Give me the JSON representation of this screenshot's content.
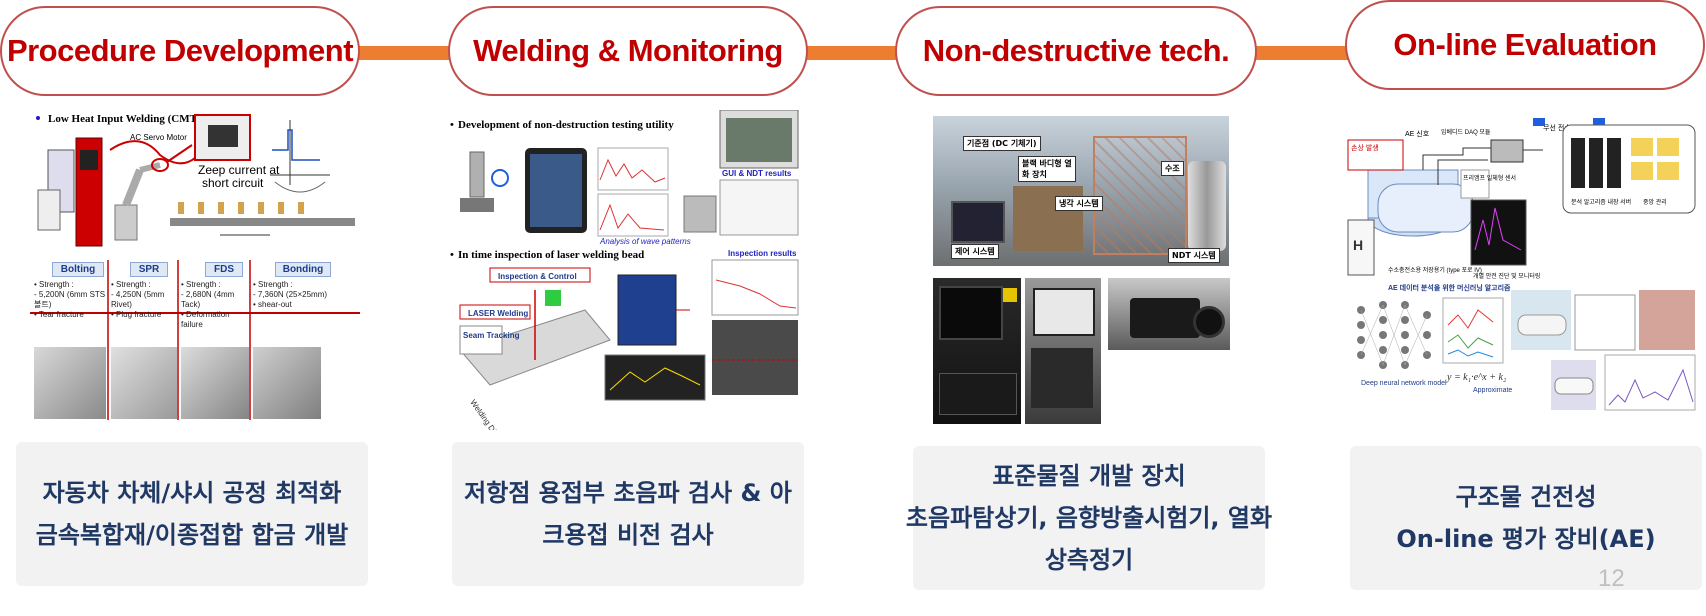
{
  "stages": [
    {
      "title": "Procedure Development",
      "desc_lines": [
        "자동차 차체/샤시 공정 최적화",
        "금속복합재/이종접합 합금 개발"
      ]
    },
    {
      "title": "Welding & Monitoring",
      "desc_lines": [
        "저항점 용접부 초음파 검사 & 아",
        "크용접 비전 검사"
      ]
    },
    {
      "title": "Non-destructive tech.",
      "desc_lines": [
        "표준물질 개발 장치",
        "초음파탐상기, 음향방출시험기, 열화",
        "상측정기"
      ]
    },
    {
      "title": "On-line Evaluation",
      "desc_lines": [
        "구조물 건전성",
        "On-line 평가 장비(AE)"
      ]
    }
  ],
  "panel1": {
    "heading": "Low Heat Input Welding (CMT)",
    "servo_label": "AC Servo Motor",
    "zoom_caption_1": "Zeep current at",
    "zoom_caption_2": "short circuit",
    "joints": [
      {
        "name": "Bolting",
        "lines": [
          "• Strength :",
          "- 5,200N (6mm STS볼트)",
          "• Tear fracture"
        ]
      },
      {
        "name": "SPR",
        "lines": [
          "• Strength :",
          "- 4,250N (5mm Rivet)",
          "• Plug fracture"
        ]
      },
      {
        "name": "FDS",
        "lines": [
          "• Strength :",
          "- 2,680N (4mm Tack)",
          "• Deformation failure"
        ]
      },
      {
        "name": "Bonding",
        "lines": [
          "• Strength :",
          "- 7,360N (25×25mm)",
          "• shear-out"
        ]
      }
    ]
  },
  "panel2": {
    "heading1": "Development of non-destruction testing utility",
    "gui_label": "GUI & NDT results",
    "wave_label": "Analysis of wave patterns",
    "heading2": "In time inspection of laser welding bead",
    "inspection_results": "Inspection results",
    "tags": [
      "Inspection & Control",
      "LASER Welding",
      "Seam Tracking"
    ],
    "welding_direction": "Welding Direction"
  },
  "panel3": {
    "labels": [
      "기준점 (DC 기체기)",
      "블랙 바디형 열화 장치",
      "냉각 시스템",
      "수조",
      "제어 시스템",
      "NDT 시스템"
    ]
  },
  "panel4": {
    "labels": [
      "손상 발생",
      "AE 신호",
      "임베디드 DAQ 모듈",
      "무선 전송",
      "프리앰프 일체형 센서",
      "수소충전소용 저장용기 (type 포로 IV)",
      "개별 안전 진단 및 모니터링",
      "분석 알고리즘 내장 서버",
      "중앙 관리"
    ],
    "ai_heading": "AE 데이터 분석을 위한 머신러닝 알고리즘",
    "dnn_label": "Deep neural network model",
    "approx_label": "Approximate"
  },
  "page_number": "12",
  "colors": {
    "accent": "#ed7d31",
    "title_red": "#c00000",
    "pill_border": "#c0504d",
    "desc_text": "#1f3864",
    "desc_bg": "#f2f2f2"
  }
}
